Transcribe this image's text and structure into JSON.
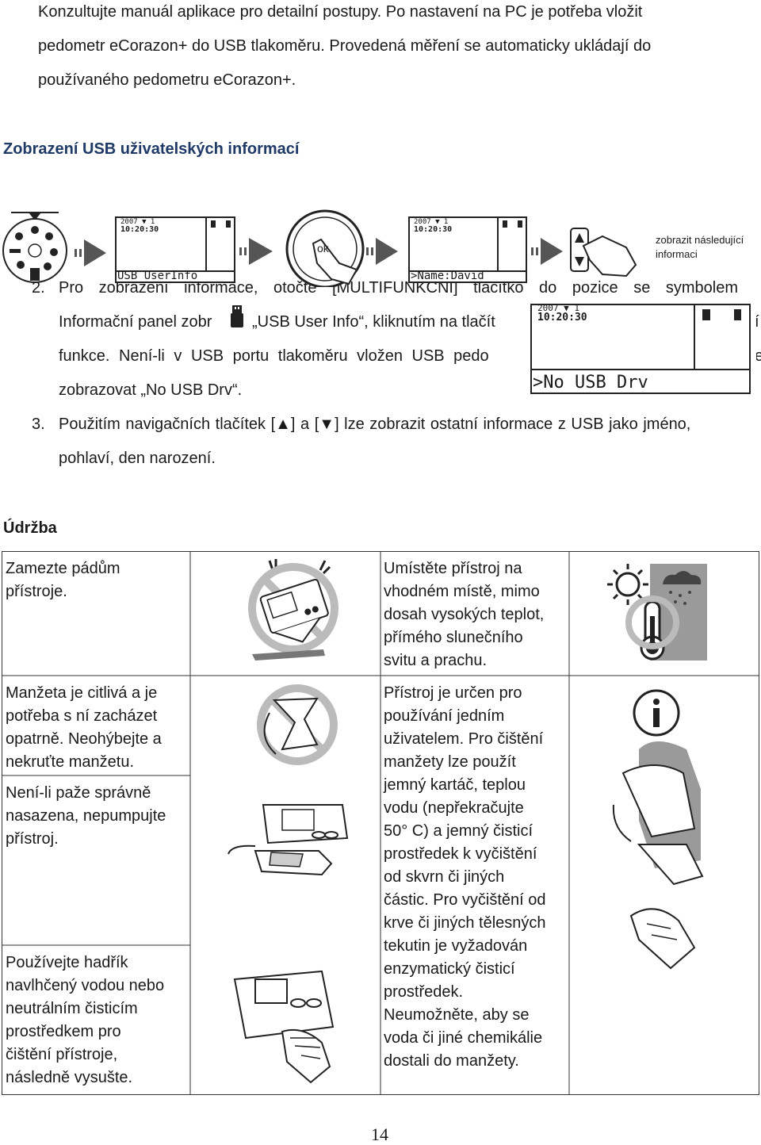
{
  "intro": {
    "line1": "Konzultujte manuál aplikace pro detailní postupy. Po nastavení na PC je potřeba vložit",
    "line2": "pedometr eCorazon+ do USB tlakoměru. Provedená měření se automaticky ukládají do",
    "line3": "používaného pedometru eCorazon+."
  },
  "section_usb": {
    "title": "Zobrazení USB uživatelských informací",
    "flow": {
      "lcd1_date": "2007 ▼ 1",
      "lcd1_time": "10:20:30",
      "lcd1_label": "USB UserInfo",
      "lcd2_date": "2007 ▼ 1",
      "lcd2_time": "10:20:30",
      "lcd2_label": ">Name:David",
      "next_info_line1": "zobrazit následující",
      "next_info_line2": "informaci"
    },
    "step2_number": "2.",
    "step2_line1": "Pro zobrazení informace, otočte [MULTIFUNKČNÍ] tlačítko do pozice se symbolem",
    "step2_line2a": "Informační panel zobr",
    "step2_line2b": "„USB User Info“, kliknutím na tlačít",
    "step2_line2c": "í",
    "step2_line3a": "funkce. Není-li v USB portu tlakoměru vložen USB pedo",
    "step2_line3c": "e",
    "step2_line4": "zobrazovat „No USB Drv“.",
    "lcd3_date": "2007 ▼ 1",
    "lcd3_time": "10:20:30",
    "lcd3_label": ">No USB Drv",
    "step3_number": "3.",
    "step3_line1": "Použitím navigačních tlačítek [▲] a [▼] lze zobrazit ostatní informace z USB jako jméno,",
    "step3_line2": "pohlaví, den narození."
  },
  "section_maint": {
    "title": "Údržba",
    "cells": {
      "c1": [
        "Zamezte pádům",
        "přístroje."
      ],
      "c2": [
        "Umístěte přístroj na",
        "vhodném místě, mimo",
        "dosah vysokých teplot,",
        "přímého slunečního",
        "svitu a prachu."
      ],
      "c3": [
        "Manžeta je citlivá a je",
        "potřeba s ní zacházet",
        "opatrně. Neohýbejte a",
        "nekruťte manžetu."
      ],
      "c4": [
        "Přístroj je určen pro",
        "používání jedním",
        "uživatelem. Pro čištění",
        "manžety lze použít",
        "jemný kartáč, teplou",
        "vodu (nepřekračujte",
        "50° C) a jemný čisticí",
        "prostředek k vyčištění",
        "od skvrn či jiných",
        "částic. Pro vyčištění od",
        "krve či jiných tělesných",
        "tekutin je vyžadován",
        "enzymatický čisticí",
        "prostředek.",
        "Neumožněte, aby  se",
        "voda či jiné chemikálie",
        "dostali do manžety."
      ],
      "c5": [
        "Není-li paže správně",
        "nasazena, nepumpujte",
        "přístroj."
      ],
      "c6": [
        "Používejte hadřík",
        "navlhčený vodou nebo",
        "neutrálním čisticím",
        "prostředkem pro",
        "čištění přístroje,",
        "následně vysušte."
      ]
    }
  },
  "page_number": "14"
}
